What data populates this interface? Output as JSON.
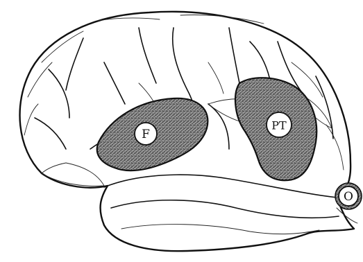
{
  "figure": {
    "regions": [
      {
        "key": "frontal",
        "label": "F",
        "fill": "#555555"
      },
      {
        "key": "posterior",
        "label": "PT",
        "fill": "#555555"
      },
      {
        "key": "occipital",
        "label": "O",
        "fill": "#555555"
      }
    ],
    "colors": {
      "ink": "#111111",
      "paper": "#ffffff",
      "stipple": "#555555"
    }
  }
}
